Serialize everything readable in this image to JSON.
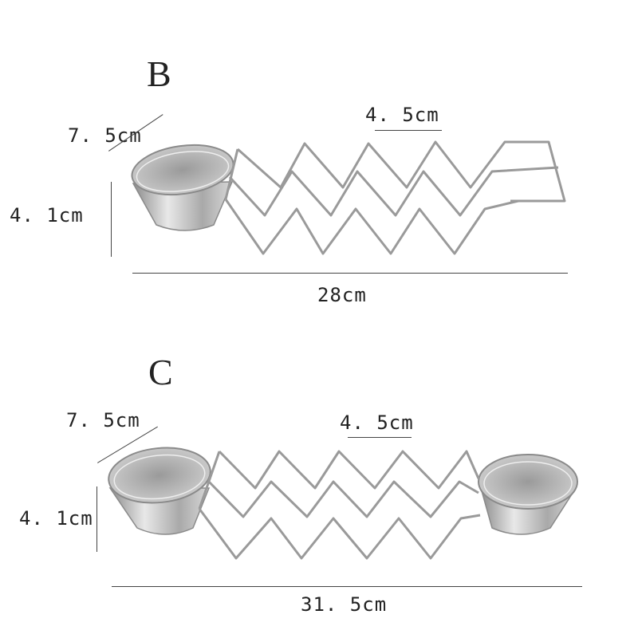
{
  "panels": [
    {
      "letter": "B",
      "cup_width": "7. 5cm",
      "cup_height": "4. 1cm",
      "wave_width": "4. 5cm",
      "total_length": "28cm"
    },
    {
      "letter": "C",
      "cup_width": "7. 5cm",
      "cup_height": "4. 1cm",
      "wave_width": "4. 5cm",
      "total_length": "31. 5cm"
    }
  ],
  "colors": {
    "steel_light": "#e6e6e6",
    "steel_mid": "#b5b5b5",
    "steel_dark": "#7d7d7d",
    "wire": "#9a9a9a"
  }
}
